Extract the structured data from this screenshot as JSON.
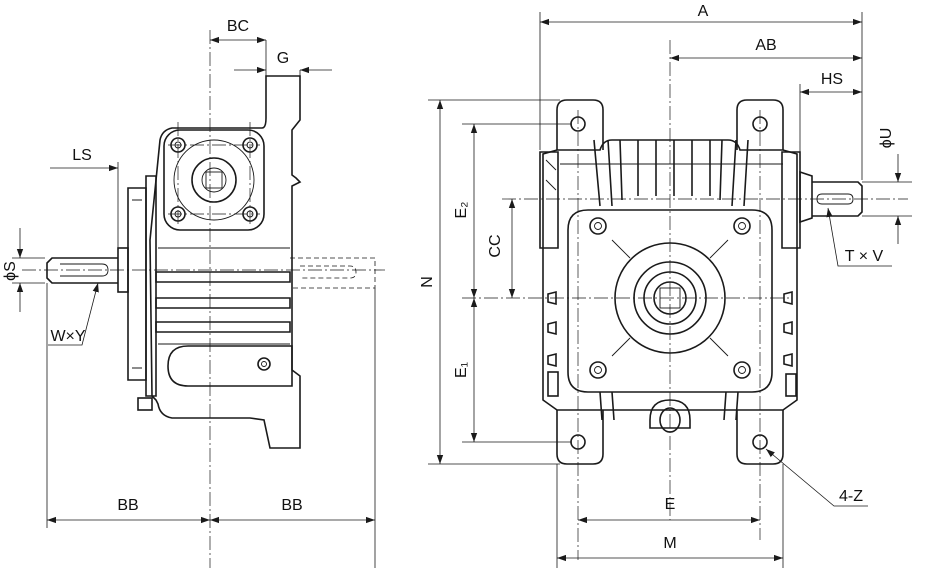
{
  "labels": {
    "BC": "BC",
    "G": "G",
    "LS": "LS",
    "S": "ϕS",
    "WY": "W×Y",
    "BB1": "BB",
    "BB2": "BB",
    "A": "A",
    "AB": "AB",
    "HS": "HS",
    "U": "ϕU",
    "TV": "T × V",
    "N": "N",
    "E2": "E₂",
    "CC": "CC",
    "E1": "E₁",
    "E": "E",
    "M": "M",
    "Z": "4-Z"
  }
}
